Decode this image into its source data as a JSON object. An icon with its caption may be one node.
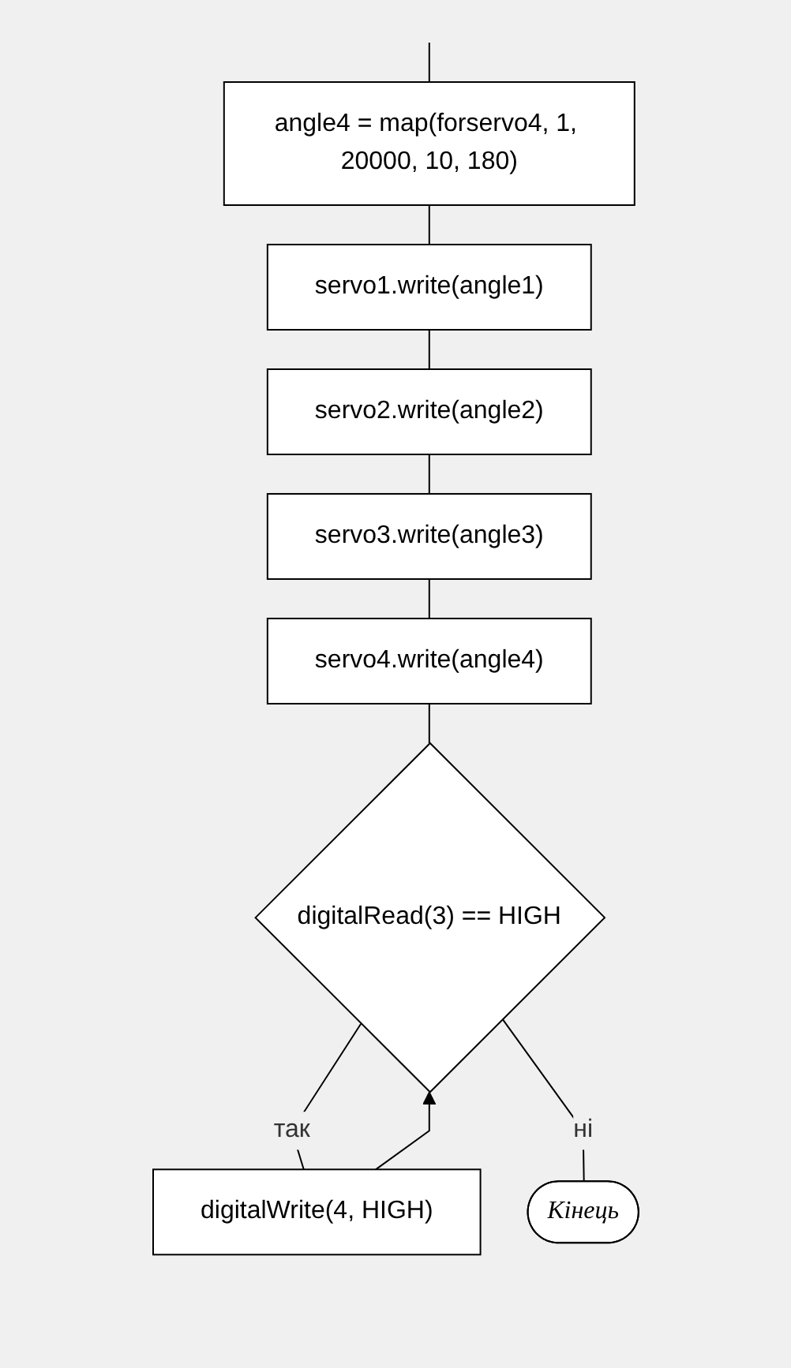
{
  "diagram": {
    "nodes": [
      {
        "text": [
          "angle4 = map(forservo4, 1, 20000, 10, 180)"
        ]
      },
      {
        "text": [
          "servo1.write(angle1)"
        ]
      },
      {
        "text": [
          "servo2.write(angle2)"
        ]
      },
      {
        "text": [
          "servo3.write(angle3)"
        ]
      },
      {
        "text": [
          "servo4.write(angle4)"
        ]
      },
      {
        "text": [
          "digitalRead(3) == HIGH"
        ]
      },
      {
        "text": [
          "digitalWrite(4, HIGH)"
        ]
      },
      {
        "text": [
          "Кінець"
        ]
      }
    ],
    "edges": [
      {
        "from": null,
        "to": 0,
        "arrow": "none"
      },
      {
        "from": 0,
        "to": 1,
        "arrow": "none"
      },
      {
        "from": 1,
        "to": 2,
        "arrow": "none"
      },
      {
        "from": 2,
        "to": 3,
        "arrow": "none"
      },
      {
        "from": 3,
        "to": 4,
        "arrow": "none"
      },
      {
        "from": 4,
        "to": 5,
        "arrow": "none"
      },
      {
        "from": 5,
        "to": 6,
        "arrow": "none",
        "label": "так"
      },
      {
        "from": 6,
        "to": 5,
        "arrow": "to"
      },
      {
        "from": 5,
        "to": 7,
        "arrow": "none",
        "label": "ні"
      }
    ]
  }
}
